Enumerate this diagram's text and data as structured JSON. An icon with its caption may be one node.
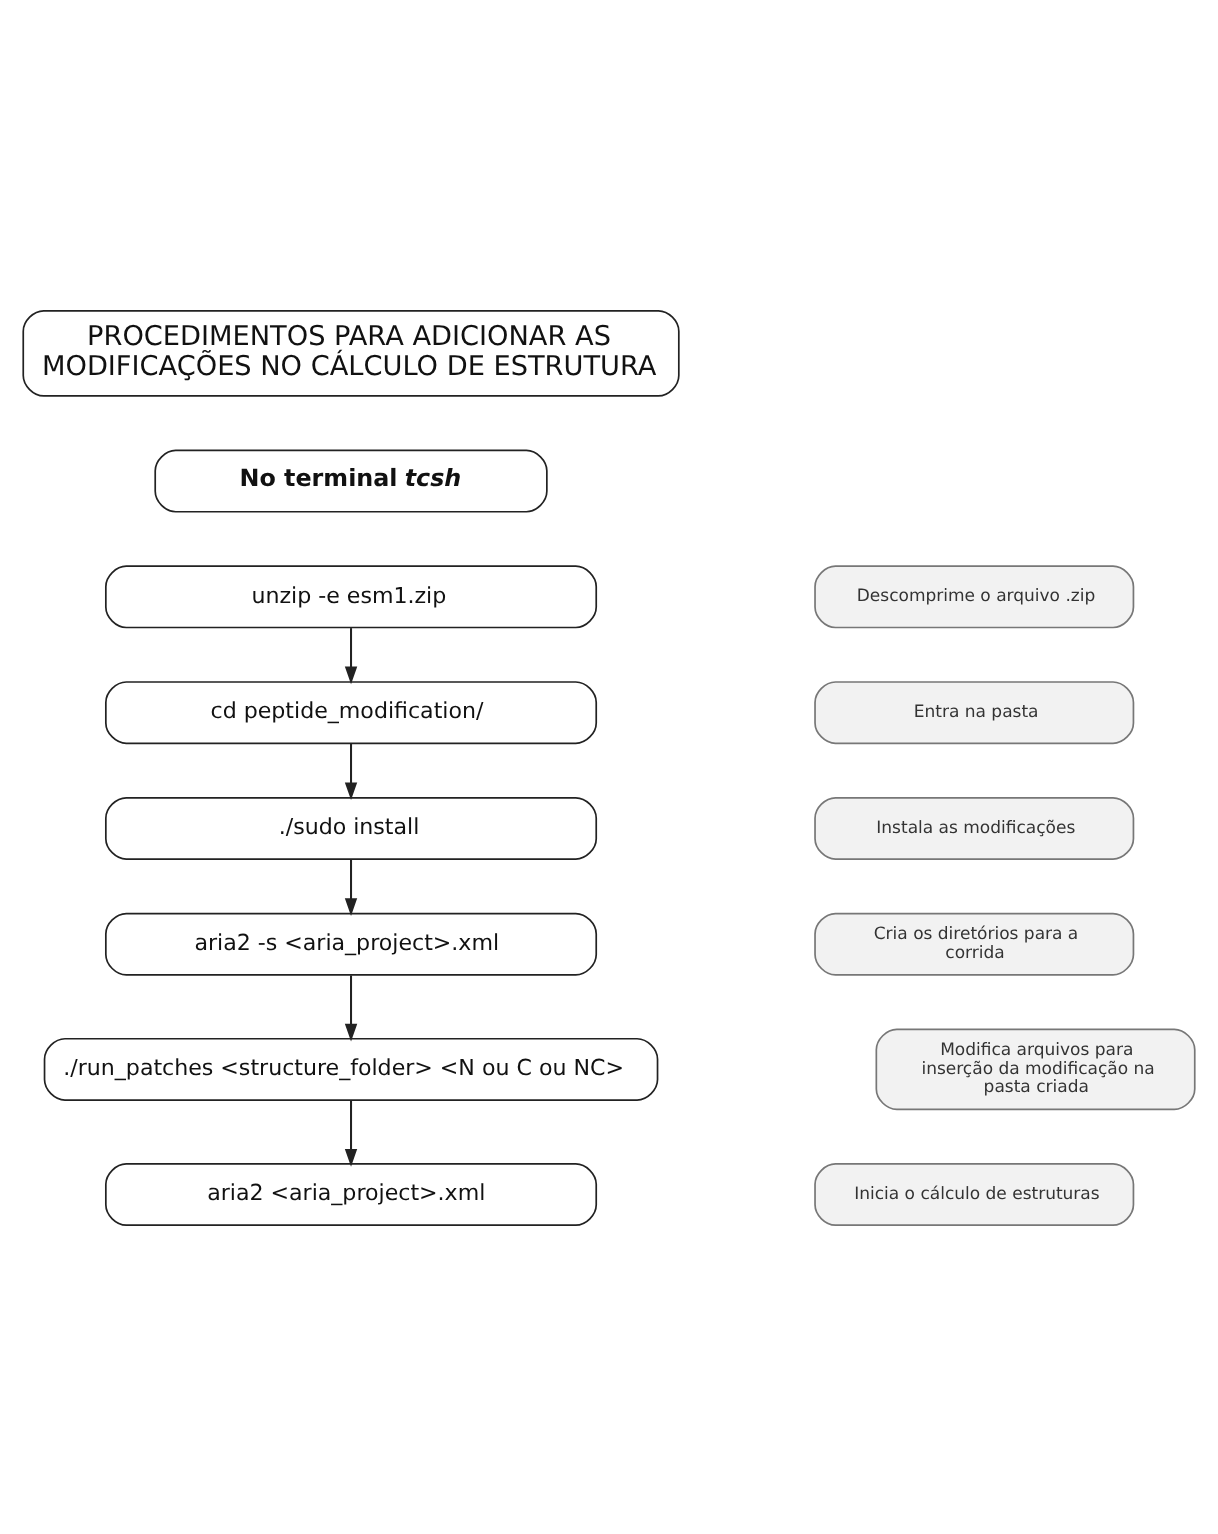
{
  "diagram": {
    "nodes": [
      {
        "text": [
          "PROCEDIMENTOS PARA ADICIONAR AS MODIFICAÇÕES NO CÁLCULO DE ESTRUTURA"
        ]
      },
      {
        "text": [
          "No terminal *tcsh*"
        ]
      },
      {
        "text": [
          "unzip -e esm1.zip"
        ]
      },
      {
        "text": [
          "Descomprime o arquivo .zip"
        ]
      },
      {
        "text": [
          "cd peptide_modification/"
        ]
      },
      {
        "text": [
          "Entra na pasta"
        ]
      },
      {
        "text": [
          "./sudo install"
        ]
      },
      {
        "text": [
          "Instala as modificações"
        ]
      },
      {
        "text": [
          "aria2 -s <aria_project>.xml"
        ]
      },
      {
        "text": [
          "Cria os diretórios para a corrida"
        ]
      },
      {
        "text": [
          "./run_patches <structure_folder> <N ou C ou NC>"
        ]
      },
      {
        "text": [
          "Modifica arquivos para inserção da modificação na pasta criada"
        ]
      },
      {
        "text": [
          "aria2 <aria_project>.xml"
        ]
      },
      {
        "text": [
          "Inicia o cálculo de estruturas"
        ]
      }
    ],
    "edges": [
      {
        "from": 2,
        "to": 4,
        "arrow": "to"
      },
      {
        "from": 4,
        "to": 6,
        "arrow": "to"
      },
      {
        "from": 6,
        "to": 8,
        "arrow": "to"
      },
      {
        "from": 8,
        "to": 10,
        "arrow": "to"
      },
      {
        "from": 10,
        "to": 12,
        "arrow": "to"
      }
    ]
  }
}
